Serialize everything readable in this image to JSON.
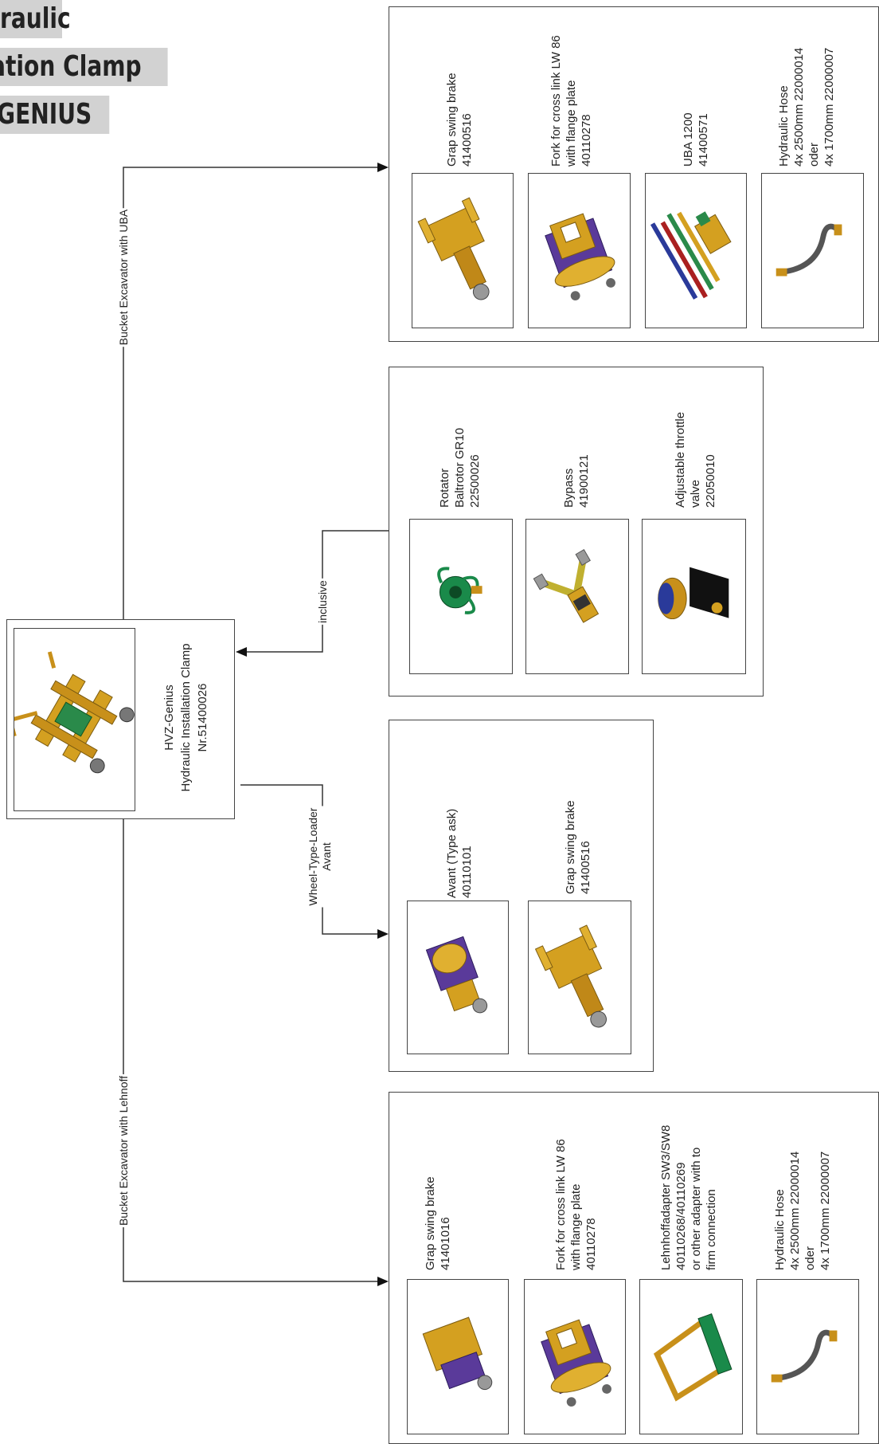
{
  "title": {
    "line1": "raulic",
    "line2": "llation Clamp",
    "line3": "-GENIUS"
  },
  "main_unit": {
    "name": "HVZ-Genius",
    "desc": "Hydraulic Installation Clamp",
    "number": "Nr.51400026"
  },
  "connections": {
    "uba": "Bucket Excavator with UBA",
    "inclusive": "inclusive",
    "wheel_line1": "Wheel-Type-Loader",
    "wheel_line2": "Avant",
    "lehnhoff": "Bucket Excavator with Lehnoff"
  },
  "uba_group": [
    {
      "icon": "swing-brake-icon",
      "lines": [
        "Grap swing brake",
        "41400516"
      ]
    },
    {
      "icon": "fork-icon",
      "lines": [
        "Fork for cross link LW 86",
        "with flange plate",
        "40110278"
      ]
    },
    {
      "icon": "uba-kit-icon",
      "lines": [
        "UBA 1200",
        "41400571"
      ]
    },
    {
      "icon": "hose-icon",
      "lines": [
        "Hydraulic Hose",
        "4x 2500mm 22000014",
        "oder",
        "4x 1700mm 22000007"
      ]
    }
  ],
  "inclusive_group": [
    {
      "icon": "rotator-icon",
      "lines": [
        "Rotator",
        "Baltrotor GR10",
        "22500026"
      ]
    },
    {
      "icon": "bypass-icon",
      "lines": [
        "Bypass",
        "41900121"
      ]
    },
    {
      "icon": "throttle-valve-icon",
      "lines": [
        "Adjustable throttle",
        "valve",
        "22050010"
      ]
    }
  ],
  "avant_group": [
    {
      "icon": "avant-adapter-icon",
      "lines": [
        "Avant (Type ask)",
        "40110101"
      ]
    },
    {
      "icon": "swing-brake-icon",
      "lines": [
        "Grap swing brake",
        "41400516"
      ]
    }
  ],
  "lehnhoff_group": [
    {
      "icon": "swing-brake-icon",
      "lines": [
        "Grap swing brake",
        "41401016"
      ]
    },
    {
      "icon": "fork-icon",
      "lines": [
        "Fork for cross link LW 86",
        "with flange plate",
        "40110278"
      ]
    },
    {
      "icon": "lehnhoff-adapter-icon",
      "lines": [
        "Lehnhoffadapter SW3/SW8",
        "40110268/40110269",
        "or other adapter with to",
        "firm connection"
      ]
    },
    {
      "icon": "hose-icon",
      "lines": [
        "Hydraulic Hose",
        "4x 2500mm 22000014",
        "oder",
        "4x 1700mm 22000007"
      ]
    }
  ],
  "colors": {
    "line": "#333333",
    "gold": "#d4a020",
    "purple": "#5a3a9a",
    "green": "#1a8a4a",
    "title_bg": "#d2d2d2"
  }
}
